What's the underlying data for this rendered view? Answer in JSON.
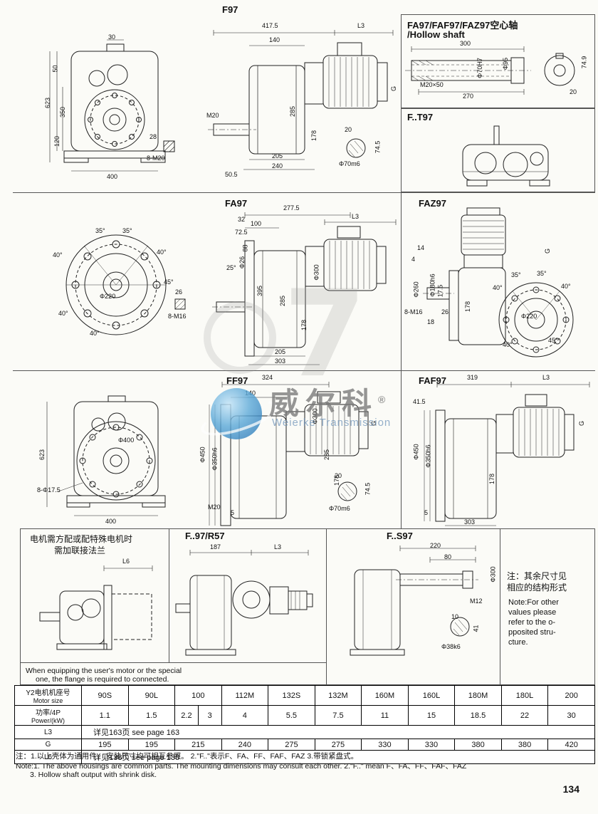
{
  "page": {
    "number": "134"
  },
  "watermark": {
    "mark": "7",
    "brand": "威尔科",
    "reg": "®",
    "subtitle": "Weierke Transmission"
  },
  "panels": {
    "f97_front": {
      "dims": {
        "d30": "30",
        "d623": "623",
        "d50": "50",
        "d350": "350",
        "d120": "120",
        "d400": "400",
        "d28": "28",
        "bolts": "8-M20"
      }
    },
    "f97_side": {
      "title": "F97",
      "dims": {
        "d417_5": "417.5",
        "dL3": "L3",
        "d140": "140",
        "d285": "285",
        "dG": "G",
        "d178": "178",
        "dM20": "M20",
        "d50_5": "50.5",
        "d205": "205",
        "d240": "240",
        "d20": "20",
        "d74_5": "74.5",
        "shaft": "Φ70m6"
      }
    },
    "hollow": {
      "title_line1": "FA97/FAF97/FAZ97空心轴",
      "title_line2": "/Hollow shaft",
      "dims": {
        "d300": "300",
        "thread": "M20×50",
        "d270": "270",
        "bore": "Φ70H7",
        "d95": "Φ95",
        "d74_9": "74.9",
        "d20": "20"
      }
    },
    "ft97": {
      "title": "F..T97"
    },
    "fa97_flange": {
      "dims": {
        "a35a": "35°",
        "a35b": "35°",
        "a40a": "40°",
        "a40b": "40°",
        "a45a": "45°",
        "d220": "Φ220",
        "a40c": "40°",
        "a40d": "40°",
        "d26": "26",
        "bolts": "8-M16"
      }
    },
    "fa97_side": {
      "title": "FA97",
      "dims": {
        "d277_5": "277.5",
        "d32": "32",
        "d100": "100",
        "dL3": "L3",
        "d72_5": "72.5",
        "d88": "88",
        "a25": "25°",
        "d26": "Φ26",
        "d300": "Φ300",
        "d395": "395",
        "d285": "285",
        "d178": "178",
        "d205": "205",
        "d303": "303"
      }
    },
    "faz97": {
      "title": "FAZ97",
      "dims": {
        "d14": "14",
        "d4": "4",
        "d260": "Φ260",
        "d180": "Φ180h6",
        "d17_5": "17.5",
        "d178": "178",
        "bolts": "8-M16",
        "d18": "18",
        "d26": "26",
        "dG": "G",
        "a35a": "35°",
        "a35b": "35°",
        "a40a": "40°",
        "a40b": "40°",
        "d220": "Φ220",
        "a40c": "40°",
        "a45": "45°"
      }
    },
    "f97_flange_front": {
      "dims": {
        "d623": "623",
        "d400f": "Φ400",
        "bolts": "8-Φ17.5",
        "d400": "400"
      }
    },
    "ff97": {
      "title": "FF97",
      "dims": {
        "d324": "324",
        "d140": "140",
        "d300": "Φ300",
        "dG": "G",
        "d285": "285",
        "d178": "178",
        "d450": "Φ450",
        "d350h6": "Φ350h6",
        "dM20": "M20",
        "d5": "5",
        "d20": "20",
        "d74_5": "74.5",
        "shaft": "Φ70m6"
      }
    },
    "faf97": {
      "title": "FAF97",
      "dims": {
        "d319": "319",
        "dL3": "L3",
        "d41_5": "41.5",
        "dG": "G",
        "d450": "Φ450",
        "d350h6": "Φ350h6",
        "d178": "178",
        "d303": "303",
        "d5": "5"
      }
    },
    "motor_flange": {
      "text_line1": "电机需方配或配特殊电机时",
      "text_line2": "需加联接法兰",
      "dL6": "L6",
      "caption_line1": "When equipping the user's motor or the special",
      "caption_line2": "one, the flange is required to connected."
    },
    "fr57": {
      "title": "F..97/R57",
      "dims": {
        "d187": "187",
        "dL3": "L3"
      }
    },
    "fs97": {
      "title": "F..S97",
      "dims": {
        "d220": "220",
        "d80": "80",
        "d300": "Φ300",
        "dM12": "M12",
        "d10": "10",
        "d41": "41",
        "shaft": "Φ38k6"
      }
    },
    "side_note": {
      "zh1": "注：其余尺寸见",
      "zh2": "相应的结构形式",
      "en1": "Note:For other",
      "en2": "values please",
      "en3": "refer to the o-",
      "en4": "pposited stru-",
      "en5": "cture."
    }
  },
  "table": {
    "motor": {
      "label_zh": "Y2电机机座号",
      "label_en": "Motor size",
      "values": [
        "90S",
        "90L",
        "100",
        "112M",
        "132S",
        "132M",
        "160M",
        "160L",
        "180M",
        "180L",
        "200"
      ]
    },
    "power": {
      "label_zh": "功率/4P",
      "label_en": "Power/(kW)",
      "values": [
        "1.1",
        "1.5",
        "2.2",
        "3",
        "4",
        "5.5",
        "7.5",
        "11",
        "15",
        "18.5",
        "22",
        "30"
      ]
    },
    "l3": {
      "label": "L3",
      "value": "详见163页    see page 163"
    },
    "g": {
      "label": "G",
      "values": [
        "195",
        "195",
        "215",
        "240",
        "275",
        "275",
        "330",
        "330",
        "380",
        "380",
        "420"
      ]
    },
    "l6": {
      "label": "L6",
      "value": "详见138页    see page 138"
    }
  },
  "notes": {
    "zh": "注：1.以上壳体为通用件， 安装尺寸均可相互参照。  2.\"F..\"表示F、FA、FF、FAF、FAZ  3.带锁紧盘式。",
    "en1": "Note:1. The above housings are common parts. The mounting dimensions may consult each other. 2.\"F..\" mean F、FA、FF、FAF、FAZ",
    "en2": "3. Hollow shaft output with shrink disk."
  }
}
